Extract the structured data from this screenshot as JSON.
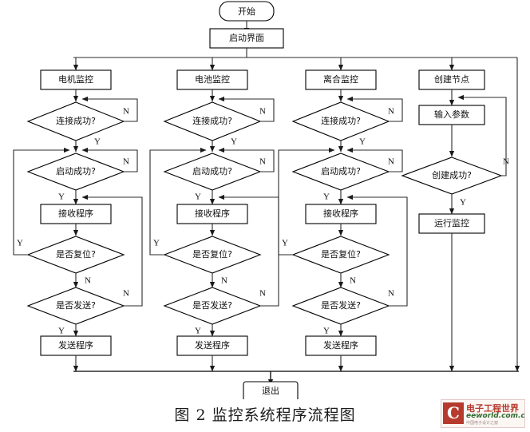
{
  "figure": {
    "caption": "图 2 监控系统程序流程图",
    "type": "flowchart",
    "title": "监控系统程序流程图"
  },
  "watermark": {
    "letter": "C",
    "line1": "电子工程世界",
    "line2": "eeworld.com.cn",
    "line3": "中国电子设计之窗"
  },
  "nodes": {
    "start": {
      "label": "开始",
      "shape": "terminator"
    },
    "startup_ui": {
      "label": "启动界面",
      "shape": "process"
    },
    "exit": {
      "label": "退出",
      "shape": "terminator"
    },
    "col1": {
      "head": "电机监控",
      "d_connect": "连接成功?",
      "d_start": "启动成功?",
      "p_receive": "接收程序",
      "d_reset": "是否复位?",
      "d_send": "是否发送?",
      "p_send": "发送程序"
    },
    "col2": {
      "head": "电池监控",
      "d_connect": "连接成功?",
      "d_start": "启动成功?",
      "p_receive": "接收程序",
      "d_reset": "是否复位?",
      "d_send": "是否发送?",
      "p_send": "发送程序"
    },
    "col3": {
      "head": "离合监控",
      "d_connect": "连接成功?",
      "d_start": "启动成功?",
      "p_receive": "接收程序",
      "d_reset": "是否复位?",
      "d_send": "是否发送?",
      "p_send": "发送程序"
    },
    "col4": {
      "head": "创建节点",
      "p_input": "输入参数",
      "d_create": "创建成功?",
      "p_run": "运行监控"
    }
  },
  "edge_labels": {
    "yes": "Y",
    "no": "N"
  },
  "colors": {
    "stroke": "#000000",
    "line": "#2b2b2b",
    "fill": "#ffffff",
    "text": "#111111",
    "watermark_red": "#b63b2e",
    "watermark_green": "#2f6b2f"
  }
}
